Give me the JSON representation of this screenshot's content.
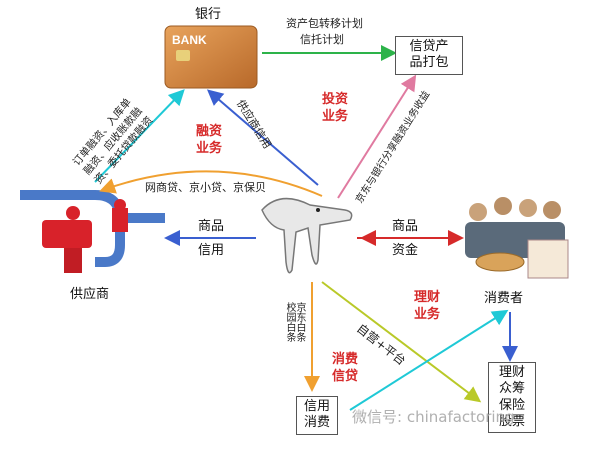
{
  "nodes": {
    "bank": "银行",
    "supplier": "供应商",
    "consumer": "消费者",
    "credit_product": "信贷产\n品打包",
    "credit_consume": "信用\n消费",
    "finance_products": "理财\n众筹\n保险\n股票"
  },
  "labels": {
    "asset_pkg": "资产包转移计划",
    "trust_plan": "信托计划",
    "supplier_credit": "供应商信用",
    "investment": "投资\n业务",
    "jd_bank_share": "京东与银行分享融资业务收益",
    "finance_business": "融资\n业务",
    "left_finance": "订单融资、入库单\n融资、应收账款融\n资、委托贷款融资",
    "wangshang": "网商贷、京小贷、京保贝",
    "goods_left": "商品",
    "credit_left": "信用",
    "goods_right": "商品",
    "funds_right": "资金",
    "wealth_business": "理财\n业务",
    "selfrun": "自营+平台",
    "consumer_credit": "消费\n信贷",
    "jd_baitiao": "京东白条\n校园白条"
  },
  "watermark": "微信号: chinafactoring",
  "card_text": "BANK",
  "colors": {
    "green": "#2db34a",
    "blue": "#3a5fd0",
    "red": "#d62a2a",
    "orange": "#f0a030",
    "cyan": "#1fc9d6",
    "yellowgreen": "#b9c928",
    "purple": "#6b6fb8"
  }
}
